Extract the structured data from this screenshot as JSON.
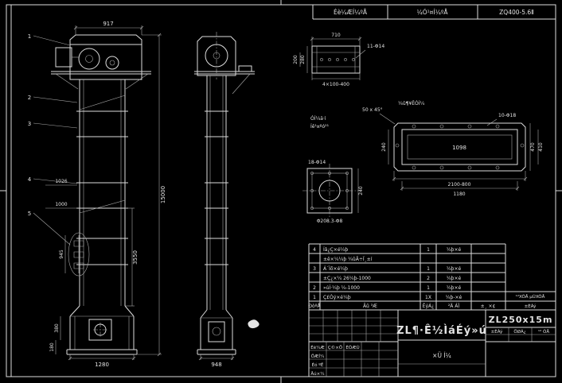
{
  "colors": {
    "bg": "#000000",
    "line": "#dcdcdc",
    "text": "#e2e2e2"
  },
  "header": {
    "cell1": "Éè¼ÆÍ¼ºÅ",
    "cell2": "¼Ó¹¤Í¼ºÅ",
    "cell3": "ZQ400-5.6Ⅱ"
  },
  "front_view": {
    "balloon_1": "1",
    "balloon_2": "2",
    "balloon_3": "3",
    "balloon_4": "4",
    "balloon_5": "5",
    "dim_top_width": "917",
    "dim_total_height": "15000",
    "dim_lower_height": "3550",
    "dim_base_width": "1280",
    "dim_mid_a": "1026",
    "dim_mid_b": "1000",
    "dim_bucket": "945",
    "dim_boot_a": "380",
    "dim_boot_b": "180"
  },
  "side_view": {
    "dim_base_width": "948"
  },
  "detail_a": {
    "dim_width": "710",
    "holes": "11-Φ14",
    "dim_holes": "4×100-400",
    "dim_height": "280",
    "dim_inner": "200"
  },
  "detail_b": {
    "note": "¼û¶¥ÊÓÍ¼",
    "chamfer": "50 x 45°",
    "holes": "10-Φ18",
    "dim_inner": "1098",
    "dim_width": "2100-800",
    "dim_bolt": "1180",
    "dim_height": "470",
    "dim_inner_h": "410",
    "dim_left": "240"
  },
  "detail_c": {
    "holes": "18-Φ14",
    "pipe": "Φ208.3-Φ8",
    "dim_height": "240"
  },
  "notes": {
    "line1": "ÓÍ¼ä·ì",
    "line2": "Íê¹¤ºó²¹"
  },
  "parts_table": {
    "rows": [
      {
        "no": "4",
        "name": "Íâ¿Ç×é¼þ",
        "qty": "1",
        "mat": "¼þ×é",
        "note": ""
      },
      {
        "no": "",
        "name": "±ê×¼¼þ ¼ûÃ÷Ï¸±í",
        "qty": "",
        "mat": "",
        "note": ""
      },
      {
        "no": "3",
        "name": "Á´Ìõ×é¼þ",
        "qty": "1",
        "mat": "¼þ×é",
        "note": ""
      },
      {
        "no": "",
        "name": "±Ç¿×¼ 26¼þ-1000",
        "qty": "2",
        "mat": "¼þ×é",
        "note": ""
      },
      {
        "no": "2",
        "name": "»úÍ·¼þ ¼-1000",
        "qty": "1",
        "mat": "¼þ×é",
        "note": ""
      },
      {
        "no": "1",
        "name": "Ç£Òý×é¼þ",
        "qty": "1X",
        "mat": "¼þ-×é",
        "note": ""
      }
    ],
    "header": {
      "no": "ÐòºÅ",
      "name": "Ãû ³Æ",
      "qty": "ÊýÁ¿",
      "mat": "²Ä ÁÏ",
      "note": "±¸ ×¢"
    },
    "sheet_info": "¹²XÕÅ µÚXÕÅ",
    "scale_info": "±ÈÀý"
  },
  "title_block": {
    "title": "ZL¶·Ê½ÌáÉý»ú",
    "model": "ZL250x15m",
    "subtitle": "×Ü Í¼",
    "row_design": "Éè¼Æ",
    "row_draw": "ÖÆÍ¼",
    "row_check": "Éó ºË",
    "row_approve": "Åú×¼",
    "col_sign": "Ç©×Ö",
    "col_date": "ÈÕÆÚ",
    "scale_label": "±ÈÀý",
    "weight_label": "ÖØÁ¿",
    "sheet_label": "¹² ÕÅ"
  }
}
